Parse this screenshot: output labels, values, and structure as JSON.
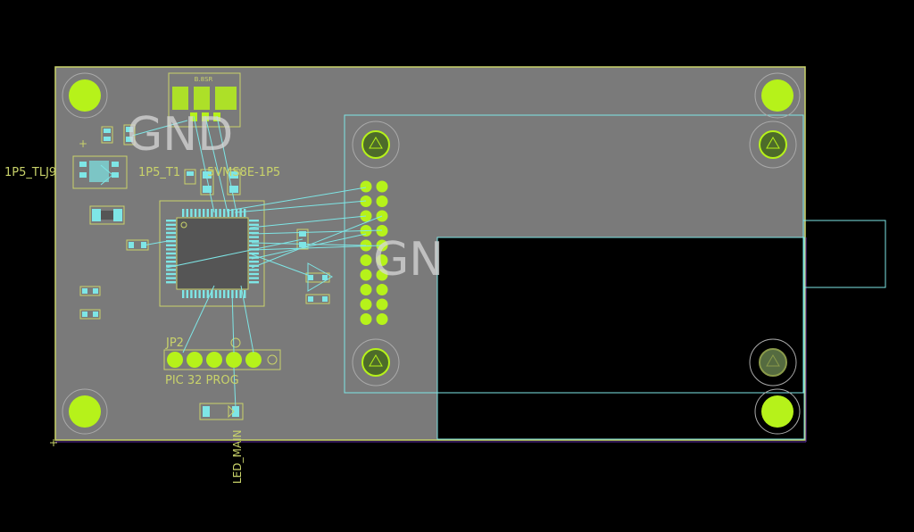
{
  "labels": {
    "gnd_large_top": "GND",
    "gnd_large_mid": "GN",
    "left_ref": "1P5_TLJ9...",
    "left_ref_full": "1P5_TLJ9",
    "mid_ref": "1P5_T1",
    "mid_ref_tail": "5VMS8E-1P5",
    "header_ref": "JP2",
    "header_value": "PIC 32 PROG",
    "led_ref": "LED_MAIN",
    "reg_marking": "B.8SR",
    "plus_mark": "+"
  },
  "colors": {
    "background": "#000000",
    "board_fill": "#7a7a7a",
    "board_outline": "#c9d36a",
    "silk": "#c9d36a",
    "pad_green": "#b6f21a",
    "copper_cyan": "#7ee6e6",
    "gnd_text": "#d8d8d8",
    "keepout_purple": "#5a2aa0"
  }
}
